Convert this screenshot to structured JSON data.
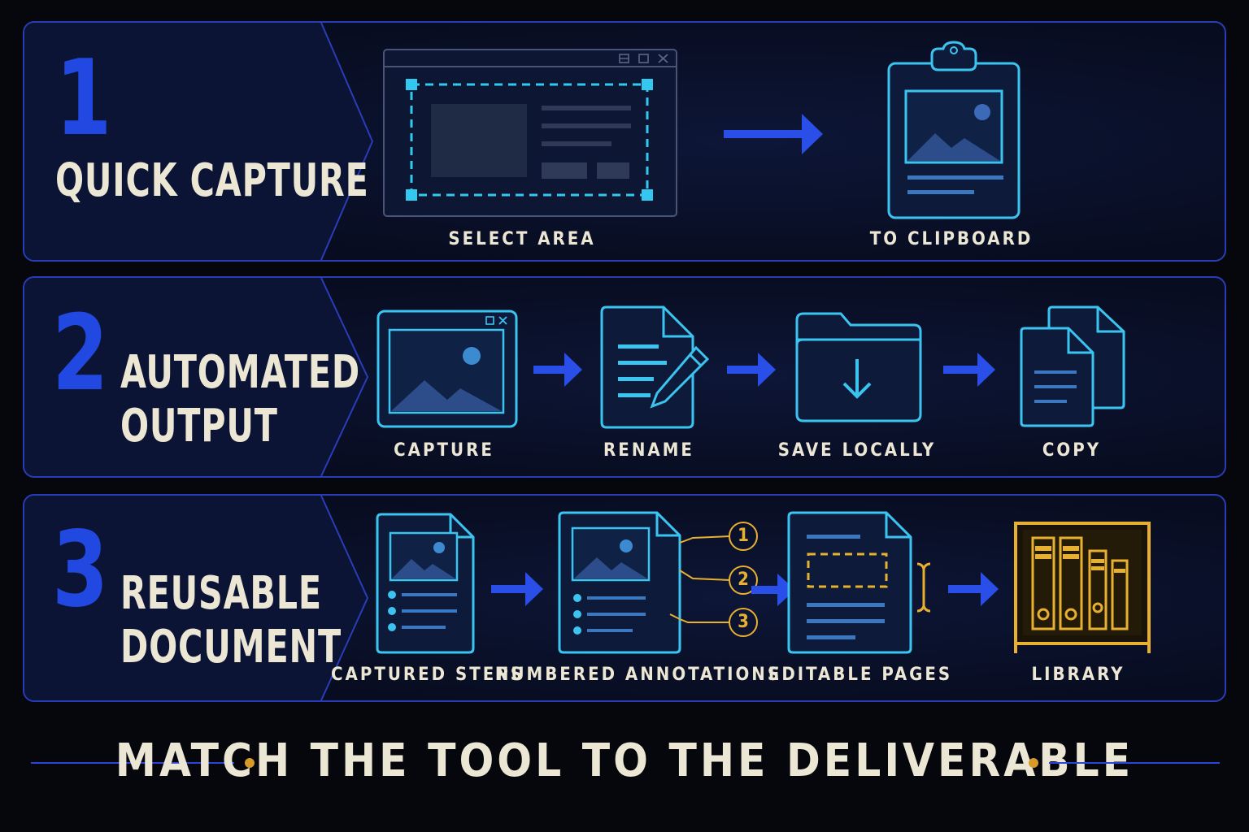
{
  "colors": {
    "background": "#05070c",
    "panel_border": "#2a3db8",
    "step_number": "#2148e0",
    "arrow": "#2a4fe8",
    "icon_cyan": "#3cc4f0",
    "annotation_gold": "#e8b030",
    "text": "#ece6d4"
  },
  "steps": [
    {
      "number": "1",
      "title": "QUICK CAPTURE",
      "items": [
        {
          "icon": "select-area-icon",
          "label": "SELECT AREA"
        },
        {
          "icon": "clipboard-icon",
          "label": "TO CLIPBOARD"
        }
      ]
    },
    {
      "number": "2",
      "title": "AUTOMATED\nOUTPUT",
      "items": [
        {
          "icon": "image-window-icon",
          "label": "CAPTURE"
        },
        {
          "icon": "rename-document-icon",
          "label": "RENAME"
        },
        {
          "icon": "folder-download-icon",
          "label": "SAVE LOCALLY"
        },
        {
          "icon": "copy-documents-icon",
          "label": "COPY"
        }
      ]
    },
    {
      "number": "3",
      "title": "REUSABLE\nDOCUMENT",
      "items": [
        {
          "icon": "captured-steps-icon",
          "label": "CAPTURED STEPS"
        },
        {
          "icon": "annotated-document-icon",
          "label": "NUMBERED ANNOTATIONS",
          "annotations": [
            "1",
            "2",
            "3"
          ]
        },
        {
          "icon": "editable-page-icon",
          "label": "EDITABLE PAGES"
        },
        {
          "icon": "library-icon",
          "label": "LIBRARY"
        }
      ]
    }
  ],
  "footer": {
    "title": "MATCH THE TOOL TO THE DELIVERABLE"
  }
}
